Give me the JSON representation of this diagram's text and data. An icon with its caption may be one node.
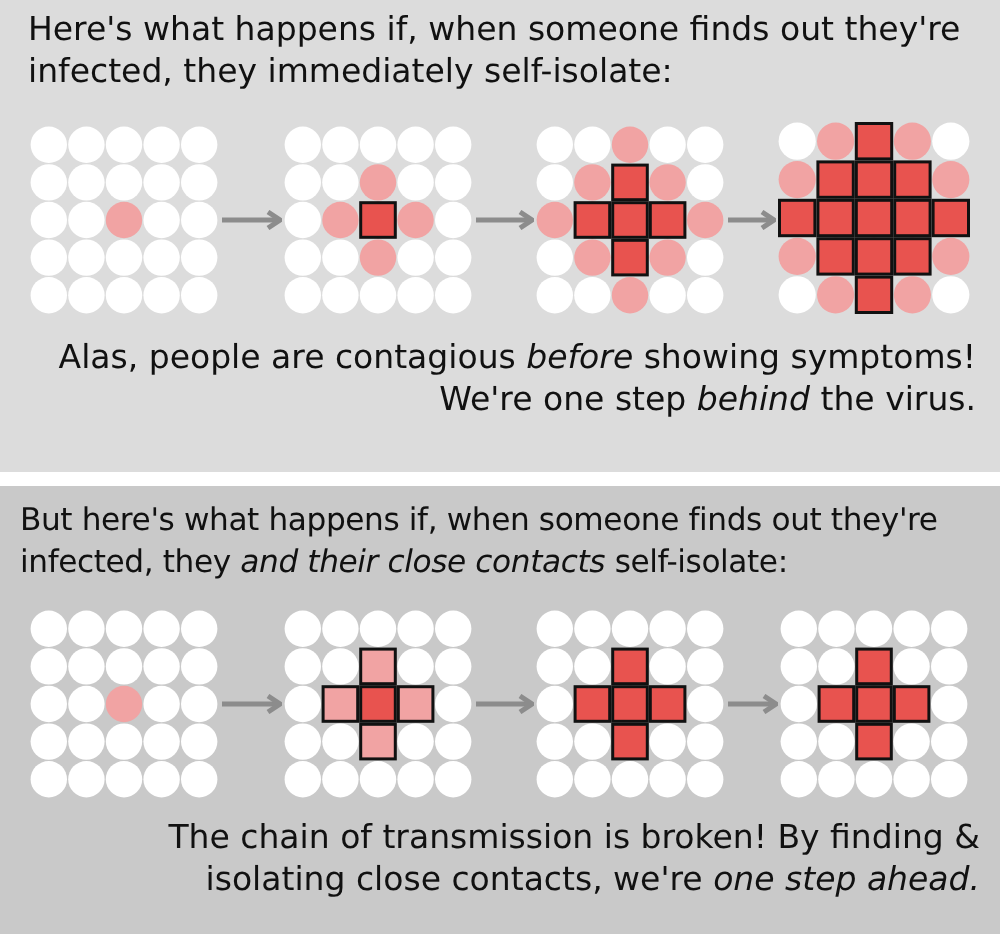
{
  "diagram": {
    "nodes": [
      {
        "text": [],
        "shape": "grid"
      },
      {
        "text": [],
        "shape": "grid"
      },
      {
        "text": [],
        "shape": "grid"
      },
      {
        "text": [],
        "shape": "grid"
      },
      {
        "text": [],
        "shape": "grid"
      },
      {
        "text": [],
        "shape": "grid"
      },
      {
        "text": [],
        "shape": "grid"
      },
      {
        "text": [],
        "shape": "grid"
      }
    ],
    "edges": [
      {
        "from": 0,
        "to": 1,
        "arrow": "to"
      },
      {
        "from": 1,
        "to": 2,
        "arrow": "to"
      },
      {
        "from": 2,
        "to": 3,
        "arrow": "to"
      },
      {
        "from": 4,
        "to": 5,
        "arrow": "to"
      },
      {
        "from": 5,
        "to": 6,
        "arrow": "to"
      },
      {
        "from": 6,
        "to": 7,
        "arrow": "to"
      }
    ],
    "labels": [
      "Here's what happens if, when someone finds out they're infected, they immediately self-isolate:",
      "Alas, people are contagious *before* showing symptoms!",
      "We're one step *behind* the virus.",
      "But here's what happens if, when someone finds out they're infected, they *and their close contacts* self-isolate:",
      "The chain of transmission is broken! By finding & isolating close contacts, we're *one step ahead.*"
    ]
  }
}
